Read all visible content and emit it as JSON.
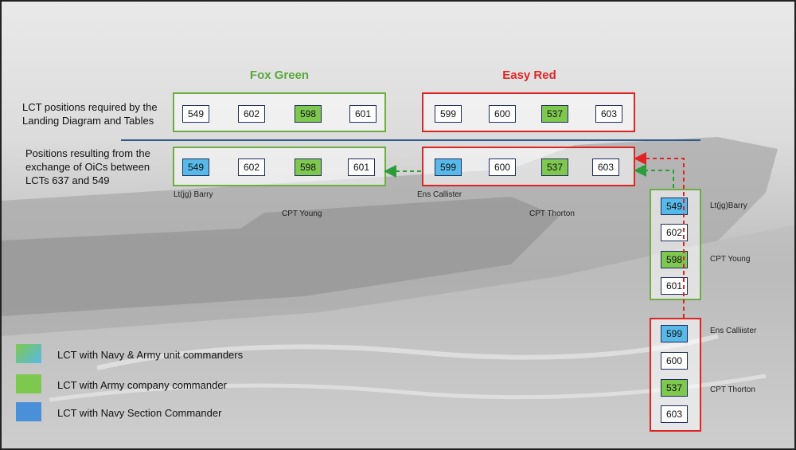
{
  "headers": {
    "fox_green": "Fox Green",
    "easy_red": "Easy Red"
  },
  "row_labels": {
    "required": [
      "LCT positions required by the",
      "Landing Diagram and Tables"
    ],
    "resulting": [
      "Positions resulting from the",
      "exchange of OiCs between",
      "LCTs 637 and 549"
    ]
  },
  "row1": {
    "fox": [
      {
        "id": "549",
        "fill": "white"
      },
      {
        "id": "602",
        "fill": "white"
      },
      {
        "id": "598",
        "fill": "green"
      },
      {
        "id": "601",
        "fill": "white"
      }
    ],
    "easy": [
      {
        "id": "599",
        "fill": "white"
      },
      {
        "id": "600",
        "fill": "white"
      },
      {
        "id": "537",
        "fill": "green"
      },
      {
        "id": "603",
        "fill": "white"
      }
    ]
  },
  "row2": {
    "fox": [
      {
        "id": "549",
        "fill": "blue"
      },
      {
        "id": "602",
        "fill": "white"
      },
      {
        "id": "598",
        "fill": "green"
      },
      {
        "id": "601",
        "fill": "white"
      }
    ],
    "easy": [
      {
        "id": "599",
        "fill": "blue"
      },
      {
        "id": "600",
        "fill": "white"
      },
      {
        "id": "537",
        "fill": "green"
      },
      {
        "id": "603",
        "fill": "white"
      }
    ]
  },
  "commander_labels": {
    "barry_row": "Lt(jg) Barry",
    "young_row": "CPT Young",
    "callister_row": "Ens Callister",
    "thorton_row": "CPT Thorton"
  },
  "column": {
    "green_group": [
      {
        "id": "549",
        "fill": "blue",
        "label": "Lt(jg)Barry"
      },
      {
        "id": "602",
        "fill": "white",
        "label": ""
      },
      {
        "id": "598",
        "fill": "green",
        "label": "CPT Young"
      },
      {
        "id": "601",
        "fill": "white",
        "label": ""
      }
    ],
    "red_group": [
      {
        "id": "599",
        "fill": "blue",
        "label": "Ens Calliister"
      },
      {
        "id": "600",
        "fill": "white",
        "label": ""
      },
      {
        "id": "537",
        "fill": "green",
        "label": "CPT Thorton"
      },
      {
        "id": "603",
        "fill": "white",
        "label": ""
      }
    ]
  },
  "legend": [
    {
      "label": "LCT with Navy & Army unit commanders",
      "swatch": "gradient"
    },
    {
      "label": "LCT with Army company commander",
      "swatch": "green"
    },
    {
      "label": "LCT with Navy Section Commander",
      "swatch": "blue"
    }
  ],
  "colors": {
    "green_border": "#6fac46",
    "red_border": "#e02424",
    "green_fill": "#7ec850",
    "blue_fill": "#57b9e9",
    "divider": "#2e5c8a",
    "green_header": "#5aa83c",
    "red_header": "#e02424"
  }
}
